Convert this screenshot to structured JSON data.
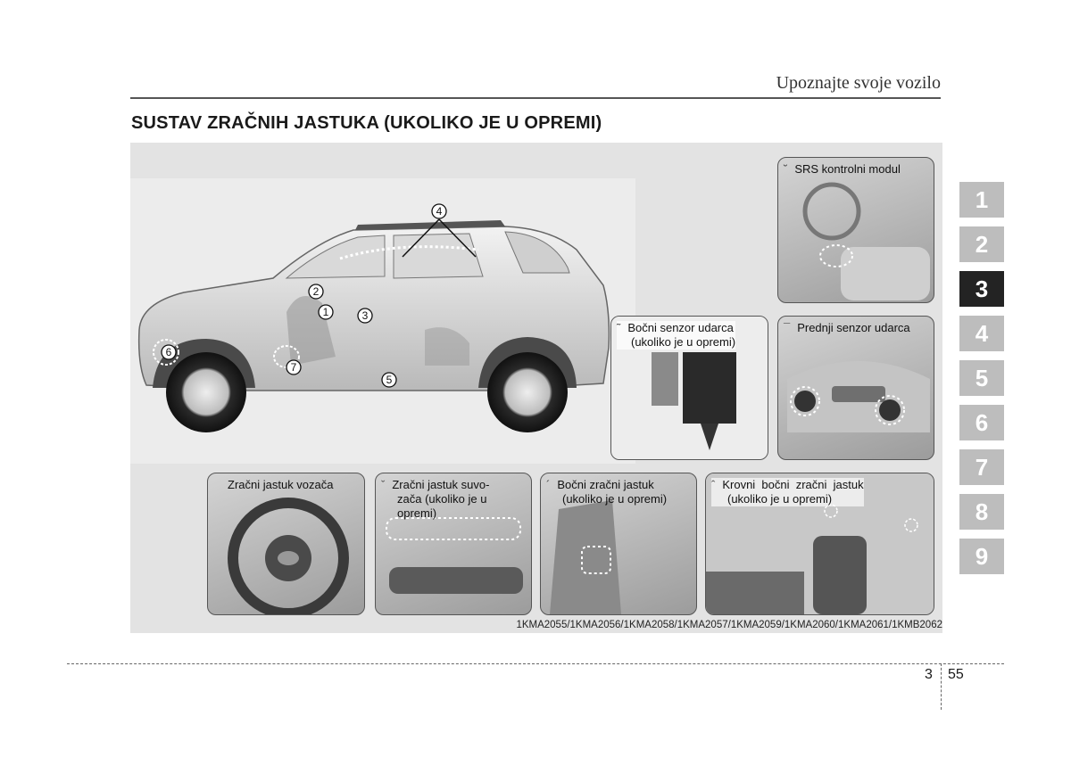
{
  "header": {
    "title": "Upoznajte svoje vozilo"
  },
  "section_title": "SUSTAV ZRAČNIH JASTUKA (UKOLIKO JE U OPREMI)",
  "car_callouts": [
    "1",
    "2",
    "3",
    "4",
    "5",
    "6",
    "7"
  ],
  "panels": {
    "srs_module": {
      "mark": "˘",
      "label": "SRS kontrolni modul"
    },
    "side_sensor": {
      "mark": "˜",
      "label_line1": "Bočni senzor udarca",
      "label_line2": "(ukoliko je u opremi)"
    },
    "front_sensor": {
      "mark": "¯",
      "label": "Prednji senzor udarca"
    },
    "driver_airbag": {
      "label": "Zračni jastuk vozača"
    },
    "passenger_airbag": {
      "mark": "ˇ",
      "label_line1": "Zračni jastuk suvo-",
      "label_line2": "zača (ukoliko je u",
      "label_line3": "opremi)"
    },
    "side_airbag": {
      "mark": "´",
      "label_line1": "Bočni zračni jastuk",
      "label_line2": "(ukoliko je u opremi)"
    },
    "curtain_airbag": {
      "mark": "ˆ",
      "label_line1": "Krovni  bočni  zračni  jastuk",
      "label_line2": "(ukoliko je u opremi)"
    }
  },
  "image_code": "1KMA2055/1KMA2056/1KMA2058/1KMA2057/1KMA2059/1KMA2060/1KMA2061/1KMB2062",
  "chapter_tabs": [
    "1",
    "2",
    "3",
    "4",
    "5",
    "6",
    "7",
    "8",
    "9"
  ],
  "active_tab": "3",
  "footer": {
    "chapter": "3",
    "page": "55"
  }
}
